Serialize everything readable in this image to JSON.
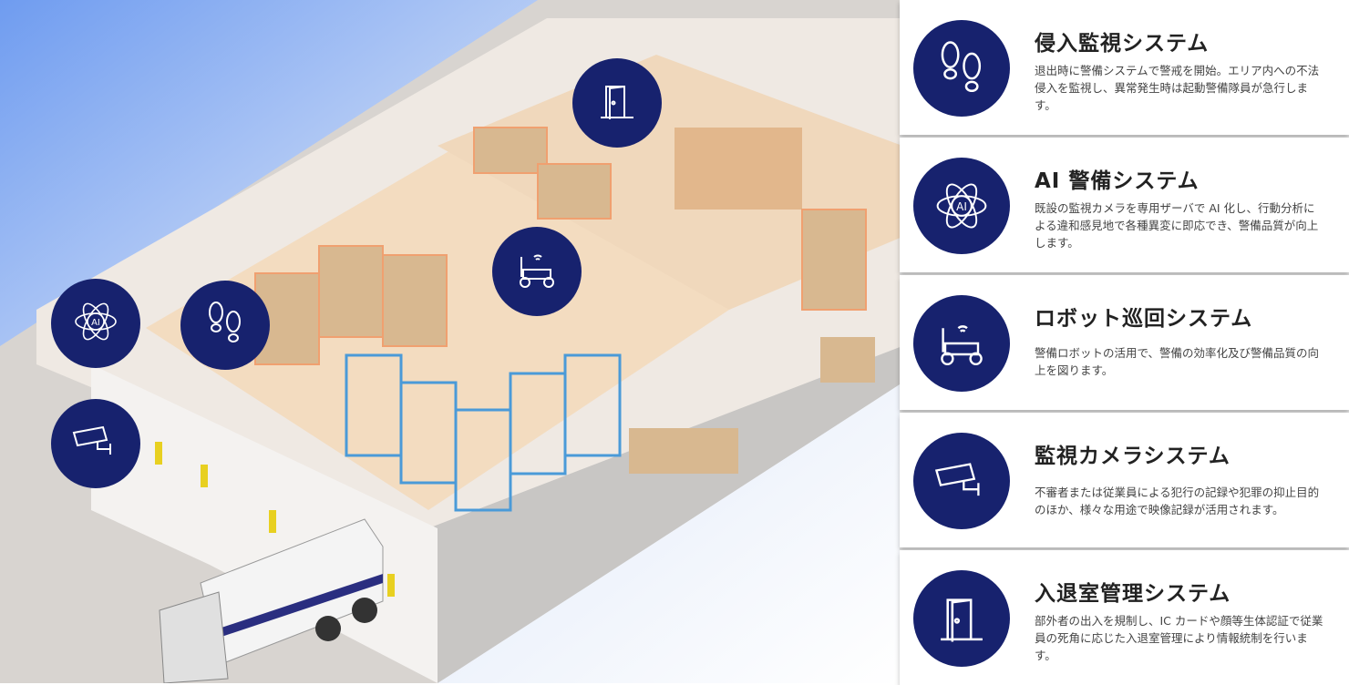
{
  "systems": [
    {
      "title": "侵入監視システム",
      "desc": "退出時に警備システムで警戒を開始。エリア内への不法侵入を監視し、異常発生時は起動警備隊員が急行します。",
      "icon": "footprints-icon"
    },
    {
      "title": "AI 警備システム",
      "desc": "既設の監視カメラを専用ザーバで AI 化し、行動分析による違和感見地で各種異変に即応でき、警備品質が向上します。",
      "icon": "ai-atom-icon",
      "icon_text": "AI"
    },
    {
      "title": "ロボット巡回システム",
      "desc": "警備ロボットの活用で、警備の効率化及び警備品質の向上を図ります。",
      "icon": "robot-icon"
    },
    {
      "title": "監視カメラシステム",
      "desc": "不審者または従業員による犯行の記録や犯罪の抑止目的のほか、様々な用途で映像記録が活用されます。",
      "icon": "camera-icon"
    },
    {
      "title": "入退室管理システム",
      "desc": "部外者の出入を規制し、IC カードや顔等生体認証で従業員の死角に応じた入退室管理により情報統制を行います。",
      "icon": "door-icon"
    }
  ],
  "colors": {
    "accent": "#17226e",
    "floor": "#f3dcc0",
    "wall": "#e8e4e0",
    "rack_blue": "#4a9ad8",
    "rack_orange": "#f0a070"
  }
}
